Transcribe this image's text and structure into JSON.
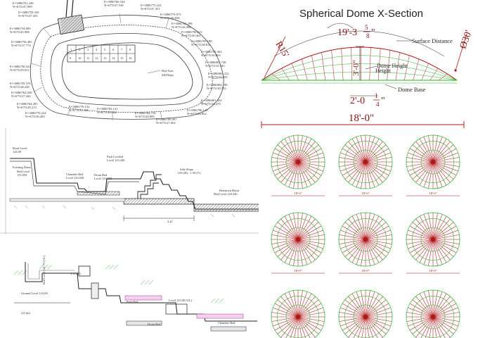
{
  "site_plan": {
    "bed_area_label": "Bed Area",
    "bed_area_value": "6485Sqm",
    "grid_top": [
      "1",
      "2",
      "3",
      "4",
      "5",
      "6",
      "7",
      "8"
    ],
    "grid_bottom": [
      "9",
      "10",
      "11",
      "12",
      "13",
      "14",
      "15",
      "16"
    ],
    "coords": [
      {
        "e": "E=3086761.240",
        "n": "N=675147.909"
      },
      {
        "e": "E=3086766.544",
        "n": "N=675147.526"
      },
      {
        "e": "E=3086773.222",
        "n": "N=675147.451"
      },
      {
        "e": "E=3086759.345",
        "n": "N=675147.455"
      },
      {
        "e": "E=3086779.973",
        "n": "N=675146.836"
      },
      {
        "e": "E=3086754.009",
        "n": "N=675145.998"
      },
      {
        "e": "E=3086784.298",
        "n": "N=675144.286"
      },
      {
        "e": "E=3086790.613",
        "n": "N=675140.461"
      },
      {
        "e": "E=3086758.405",
        "n": "N=675137.774"
      },
      {
        "e": "E=3086795.188",
        "n": "N=675138.812"
      },
      {
        "e": "E=3086795.363",
        "n": "N=675136.803"
      },
      {
        "e": "E=3086758.521",
        "n": "N=675129.811"
      },
      {
        "e": "E=3086801.748",
        "n": "N=675135.345"
      },
      {
        "e": "E=3086804.312",
        "n": "N=675131.555"
      },
      {
        "e": "E=3086759.376",
        "n": "N=675128.258"
      },
      {
        "e": "E=3086804.188",
        "n": "N=675130.752"
      },
      {
        "e": "E=3086762.038",
        "n": "N=675127.442"
      },
      {
        "e": "E=3086801.324",
        "n": "N=675128.478"
      },
      {
        "e": "E=3086764.281",
        "n": "N=675128.213"
      },
      {
        "e": "E=3086796.128",
        "n": "N=675126.852"
      },
      {
        "e": "E=3086770.224",
        "n": "N=675130.285"
      },
      {
        "e": "E=3086776.132",
        "n": "N=675131.128"
      },
      {
        "e": "E=3086782.131",
        "n": "N=675130.844"
      },
      {
        "e": "E=3086784.734",
        "n": "N=675128.895"
      },
      {
        "e": "E=3086789.097",
        "n": "N=675127.002"
      }
    ]
  },
  "section_drawing": {
    "road_level": "Road Level",
    "road_level_value": "124.00",
    "existing_drain": "Existing Drain",
    "bed_level": "Bed Level",
    "bed_level_value": "123.650",
    "chamber_bed": "Chamber Bed",
    "chamber_bed_level": "Level 123.650",
    "drain_bed": "Drain Bed",
    "drain_bed_level": "Level 123.000",
    "park_leveled": "Park Leveled",
    "park_leveled_level": "Level 123.200",
    "side_slope": "Side Slope",
    "side_slope_ratio": "1.00 (H) : 1.50 (V)",
    "retention_basin": "Retention Basin",
    "retention_basin_level": "Bed Level 120.340",
    "dimension": "2.41"
  },
  "dome": {
    "title": "Spherical Dome X-Section",
    "radius_label": "R15'",
    "chord_whole": "19'-3",
    "chord_num": "5",
    "chord_den": "8",
    "chord_unit": "\"",
    "diameter_label": "Ø30'",
    "surface_distance": "Surface Distance",
    "dome_height": "Dome Height",
    "height_label": "3'-0\"",
    "base_whole": "2'-0",
    "base_num": "1",
    "base_den": "4",
    "base_unit": "\"",
    "dome_base": "Dome Base",
    "span_label": "18'-0\"",
    "rosette_label": "18'-0\"",
    "colors": {
      "red": "#b01414",
      "green": "#2db32d",
      "dark": "#222222"
    }
  },
  "detail_drawing": {
    "labels": [
      "Bed Level 121.73 (GL)",
      "Ground Level 123.00",
      "Drain Bed",
      "Park Bed",
      "Chamber Bed",
      "1.11 (D)",
      "Level 123.00 (GL)",
      "2.8 (m)"
    ]
  }
}
